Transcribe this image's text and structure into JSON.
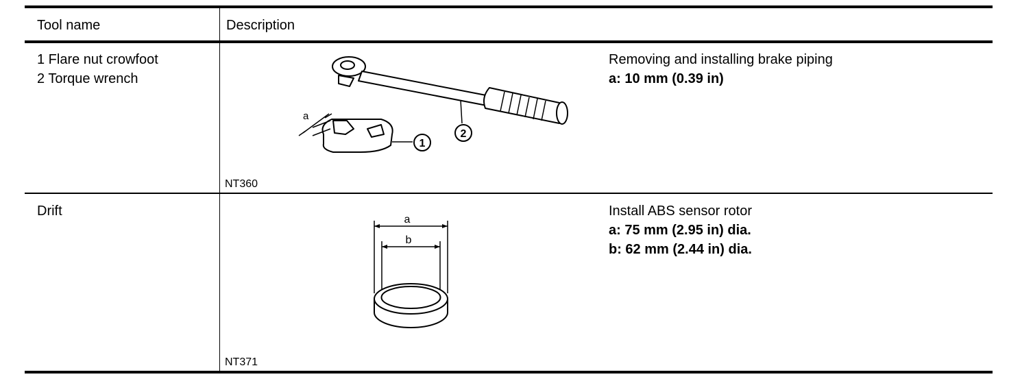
{
  "header": {
    "col_tool_name": "Tool name",
    "col_description": "Description"
  },
  "rows": [
    {
      "tool_lines": [
        "1 Flare nut crowfoot",
        "2 Torque wrench"
      ],
      "figure_code": "NT360",
      "figure_labels": {
        "dim": "a",
        "callout_1": "1",
        "callout_2": "2"
      },
      "description": "Removing and installing brake piping",
      "specs": [
        "a: 10 mm (0.39 in)"
      ]
    },
    {
      "tool_lines": [
        "Drift"
      ],
      "figure_code": "NT371",
      "figure_labels": {
        "dim_a": "a",
        "dim_b": "b"
      },
      "description": "Install ABS sensor rotor",
      "specs": [
        "a: 75 mm (2.95 in) dia.",
        "b: 62 mm (2.44 in) dia."
      ]
    }
  ]
}
